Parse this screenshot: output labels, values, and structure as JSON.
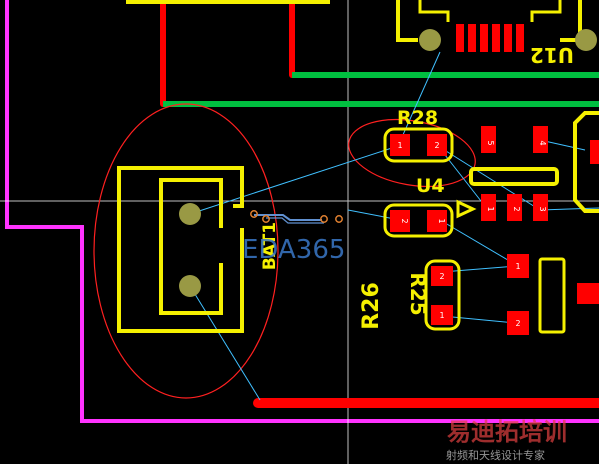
{
  "board": {
    "background_color": "#000000",
    "colors": {
      "silkscreen": "#f5f000",
      "top_copper": "#ff0000",
      "bottom_copper": "#00c040",
      "pad": "#ff0000",
      "board_outline": "#ff33ff",
      "ratsnest": "#40c0ff",
      "highlight_ellipse": "#ff2020",
      "via": "#999944"
    }
  },
  "components": {
    "r28": {
      "designator": "R28",
      "pad1": "1",
      "pad2": "2"
    },
    "u4": {
      "designator": "U4",
      "pins_top": [
        "5",
        "4"
      ],
      "pins_bottom": [
        "1",
        "2",
        "3"
      ]
    },
    "r25": {
      "designator": "R25",
      "pad1": "2",
      "pad2": "1"
    },
    "r26": {
      "designator": "R26",
      "pad1": "1",
      "pad2": "2"
    },
    "u12": {
      "designator": "U12"
    },
    "batt": {
      "designator": "BAT1"
    },
    "c_pad": {
      "pad1": "2",
      "pad2": "1"
    }
  },
  "watermark": {
    "brand": "EDA365",
    "banner": "易迪拓培训",
    "tagline": "射频和天线设计专家"
  }
}
